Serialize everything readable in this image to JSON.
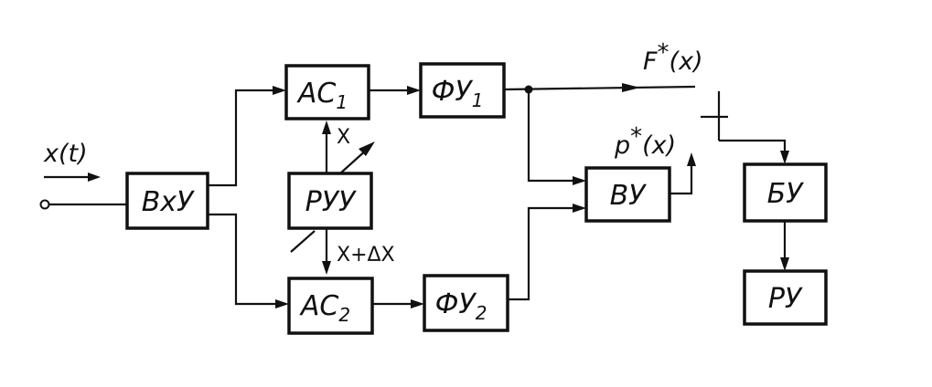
{
  "blocks": {
    "vxu": {
      "label": "ВхУ"
    },
    "ac1": {
      "label": "АС",
      "sub": "1"
    },
    "ac2": {
      "label": "АС",
      "sub": "2"
    },
    "fu1": {
      "label": "ФУ",
      "sub": "1"
    },
    "fu2": {
      "label": "ФУ",
      "sub": "2"
    },
    "ruu": {
      "label": "РУУ"
    },
    "vu": {
      "label": "ВУ"
    },
    "bu": {
      "label": "БУ"
    },
    "ru": {
      "label": "РУ"
    }
  },
  "signals": {
    "input": {
      "main": "x(t)"
    },
    "f_star": {
      "main": "F",
      "star": "*",
      "arg": "(x)"
    },
    "p_star": {
      "main": "p",
      "star": "*",
      "arg": "(x)"
    },
    "x_level": "X",
    "x_delta": "X+ΔX"
  }
}
